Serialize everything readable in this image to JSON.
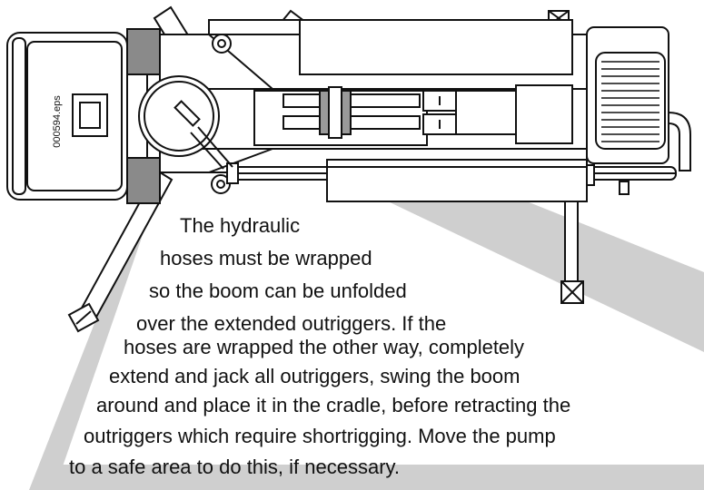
{
  "figure": {
    "file_label": "000594.eps",
    "caption_lines": [
      "The hydraulic",
      "hoses must be wrapped",
      "so the boom can be unfolded",
      "over the extended outriggers. If the",
      "hoses are wrapped the other way, completely",
      "extend and jack all outriggers, swing the boom",
      "around and place it in the cradle, before retracting the",
      "outriggers which require shortrigging. Move the pump",
      "to a safe area to do this, if necessary."
    ]
  }
}
